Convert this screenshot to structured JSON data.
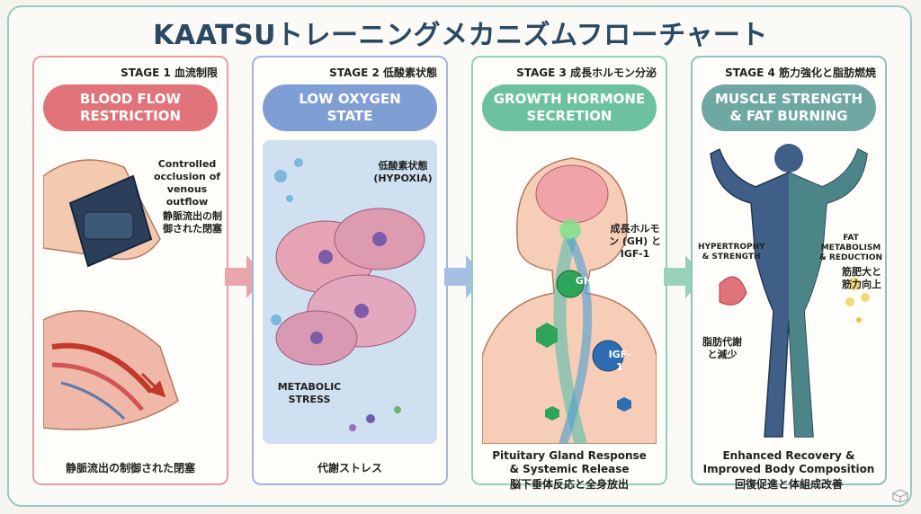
{
  "title": "KAATSUトレーニングメカニズムフローチャート",
  "stages": [
    {
      "stage_label": "STAGE 1 血流制限",
      "heading_line1": "BLOOD FLOW",
      "heading_line2": "RESTRICTION",
      "annotation_en": "Controlled occlusion of venous outflow",
      "annotation_jp": "静脈流出の制御された閉塞",
      "caption_line1": "静脈流出の制御された閉塞",
      "color": "#e0747a",
      "border": "#e3a0a3"
    },
    {
      "stage_label": "STAGE 2 低酸素状態",
      "heading_line1": "LOW OXYGEN",
      "heading_line2": "STATE",
      "annotation_top": "低酸素状態 (HYPOXIA)",
      "annotation_bottom": "METABOLIC STRESS",
      "caption_line1": "代謝ストレス",
      "color": "#7f9fd4",
      "border": "#9fb6de"
    },
    {
      "stage_label": "STAGE 3 成長ホルモン分泌",
      "heading_line1": "GROWTH HORMONE",
      "heading_line2": "SECRETION",
      "annotation": "成長ホルモン (GH) と IGF-1",
      "gh_label": "GH",
      "igf_label": "IGF-1",
      "caption_line1": "Pituitary Gland Response",
      "caption_line2": "& Systemic Release",
      "caption_line3": "脳下垂体反応と全身放出",
      "color": "#6cc29e",
      "border": "#8fd3b1"
    },
    {
      "stage_label": "STAGE 4 筋力強化と脂肪燃焼",
      "heading_line1": "MUSCLE STRENGTH",
      "heading_line2": "& FAT BURNING",
      "left_annotation": "HYPERTROPHY & STRENGTH",
      "right_annotation": "FAT METABOLISM & REDUCTION",
      "right_jp": "筋肥大と筋力向上",
      "left_jp": "脂肪代謝と減少",
      "caption_line1": "Enhanced Recovery &",
      "caption_line2": "Improved Body Composition",
      "caption_line3": "回復促進と体組成改善",
      "color": "#6fa8a3",
      "border": "#8fc3be"
    }
  ]
}
